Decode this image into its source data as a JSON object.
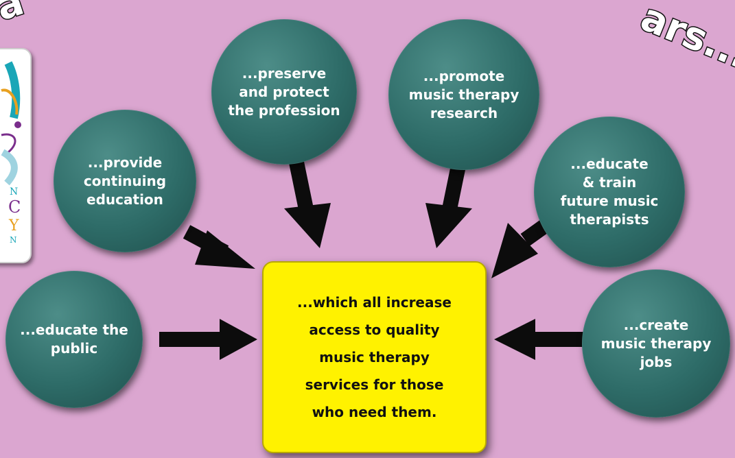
{
  "colors": {
    "background": "#dba6d0",
    "circle_fill": "#2e6c68",
    "center_fill": "#fff200",
    "arrow": "#0c0c0c",
    "circle_text": "#ffffff",
    "center_text": "#111111"
  },
  "title_fragment": {
    "left": "a",
    "right": "ars..."
  },
  "logo": {
    "letters": [
      "N",
      "C",
      "Y",
      "N"
    ]
  },
  "nodes": [
    {
      "id": "educate-public",
      "label": "...educate the\npublic"
    },
    {
      "id": "continuing-education",
      "label": "...provide\ncontinuing\neducation"
    },
    {
      "id": "preserve-protect",
      "label": "...preserve\nand protect\nthe profession"
    },
    {
      "id": "promote-research",
      "label": "...promote\nmusic therapy\nresearch"
    },
    {
      "id": "educate-train",
      "label": "...educate\n& train\nfuture music\ntherapists"
    },
    {
      "id": "create-jobs",
      "label": "...create\nmusic therapy\njobs"
    }
  ],
  "center": {
    "label": "...which all increase\naccess to quality\nmusic therapy\nservices for those\nwho need them."
  },
  "icons": {
    "arrow": "arrow-icon",
    "logo": "logo-icon"
  }
}
